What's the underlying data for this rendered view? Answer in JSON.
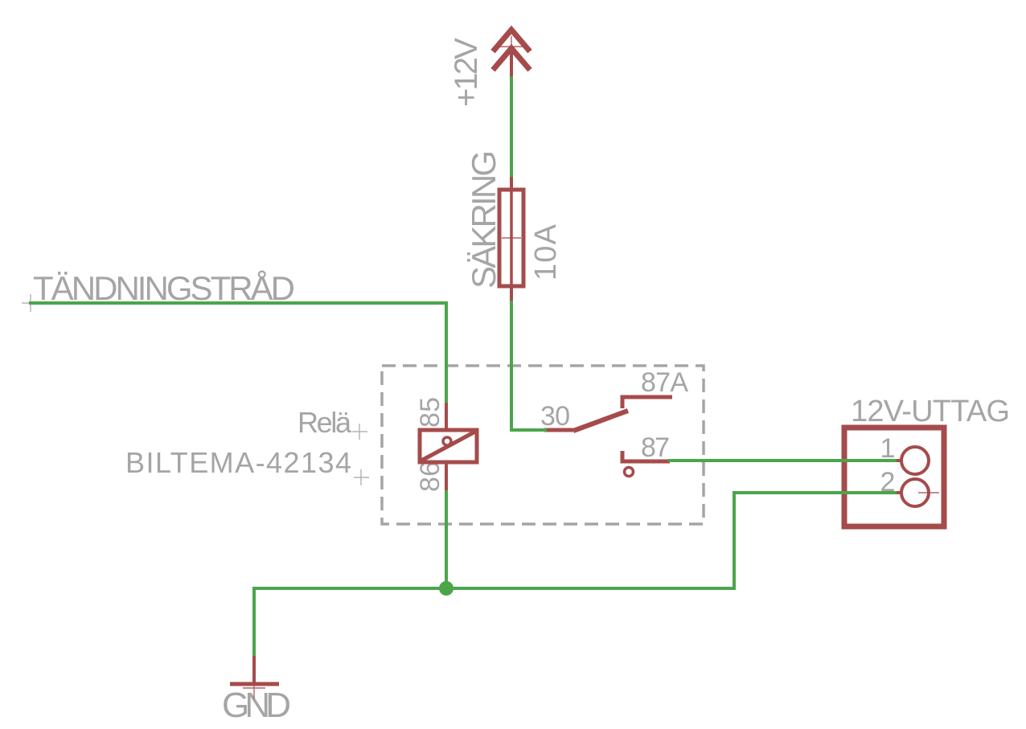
{
  "colors": {
    "wire": "#4BA54B",
    "component": "#A54B4B",
    "label": "#A5A5A5",
    "background": "#FFFFFF"
  },
  "power_rail": {
    "label": "+12V"
  },
  "fuse": {
    "label": "SÄKRING",
    "rating": "10A"
  },
  "ignition": {
    "label": "TÄNDNINGSTRÅD"
  },
  "relay": {
    "name": "Relä",
    "part_number": "BILTEMA-42134",
    "pin_coil_top": "85",
    "pin_coil_bottom": "86",
    "pin_common": "30",
    "pin_nc": "87A",
    "pin_no": "87"
  },
  "outlet": {
    "label": "12V-UTTAG",
    "pin1": "1",
    "pin2": "2"
  },
  "ground": {
    "label": "GND"
  }
}
